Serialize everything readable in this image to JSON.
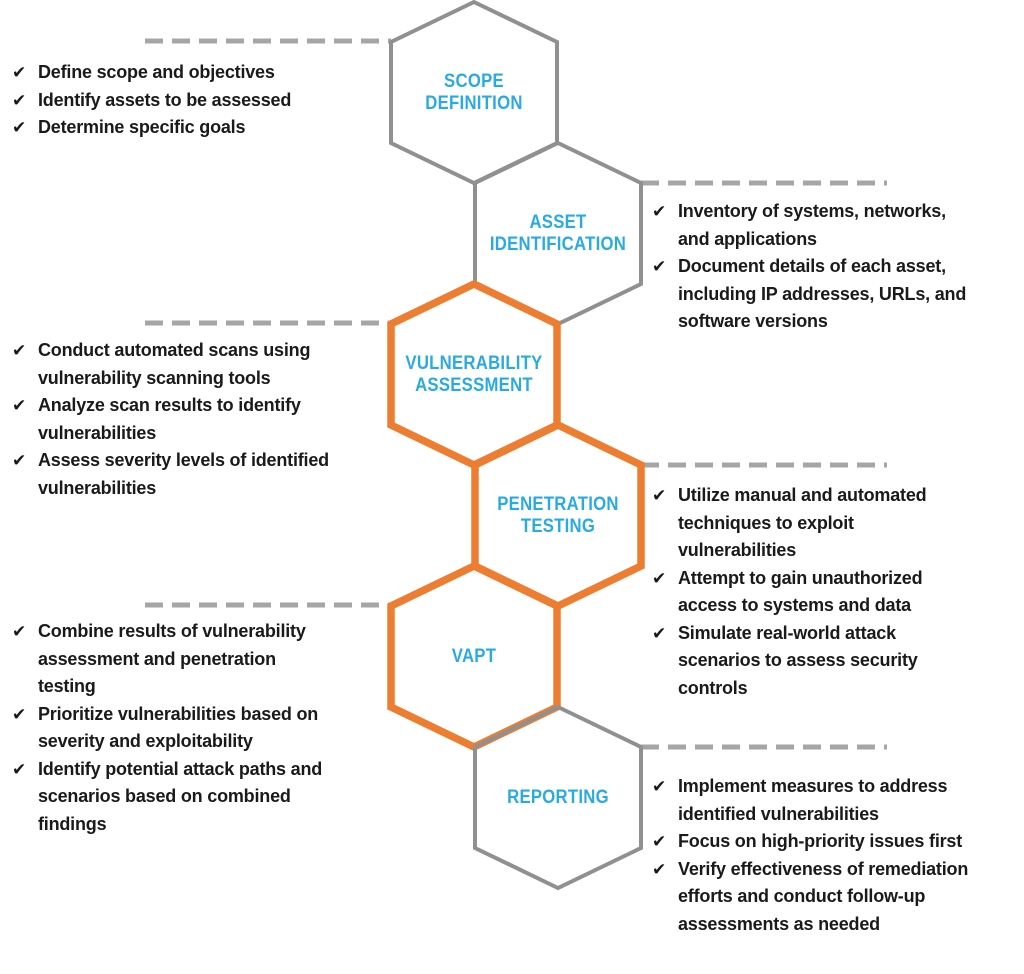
{
  "diagram_title": "VAPT process hexagon flow",
  "check_glyph": "✔",
  "palette": {
    "stage_label_blue": "#29ABE2",
    "hex_orange": "#ED7D31",
    "hex_gray": "#909090",
    "dash_gray": "#A6A6A6",
    "text_black": "#1A1A1A",
    "background": "#FFFFFF"
  },
  "stages": [
    {
      "label": "SCOPE\nDEFINITION",
      "outline": "gray",
      "side": "left",
      "items": [
        "Define scope and objectives",
        "Identify assets to be assessed",
        "Determine specific goals"
      ]
    },
    {
      "label": "ASSET\nIDENTIFICATION",
      "outline": "gray",
      "side": "right",
      "items": [
        "Inventory of systems, networks,\nand applications",
        "Document details of each asset,\nincluding IP addresses, URLs, and\nsoftware versions"
      ]
    },
    {
      "label": "VULNERABILITY\nASSESSMENT",
      "outline": "orange",
      "side": "left",
      "items": [
        "Conduct automated scans using\nvulnerability scanning tools",
        "Analyze scan results to identify\nvulnerabilities",
        "Assess severity levels of identified\nvulnerabilities"
      ]
    },
    {
      "label": "PENETRATION\nTESTING",
      "outline": "orange",
      "side": "right",
      "items": [
        "Utilize manual and automated\ntechniques to exploit\nvulnerabilities",
        "Attempt to gain unauthorized\naccess to systems and data",
        "Simulate real-world attack\nscenarios to assess security\ncontrols"
      ]
    },
    {
      "label": "VAPT",
      "outline": "orange",
      "side": "left",
      "items": [
        "Combine results of vulnerability\nassessment and penetration\ntesting",
        "Prioritize vulnerabilities based on\nseverity and exploitability",
        "Identify potential attack paths and\nscenarios based on combined\nfindings"
      ]
    },
    {
      "label": "REPORTING",
      "outline": "gray",
      "side": "right",
      "items": [
        "Implement measures to address\nidentified vulnerabilities",
        "Focus on high-priority issues first",
        "Verify effectiveness of remediation\nefforts and conduct follow-up\nassessments as needed"
      ]
    }
  ]
}
